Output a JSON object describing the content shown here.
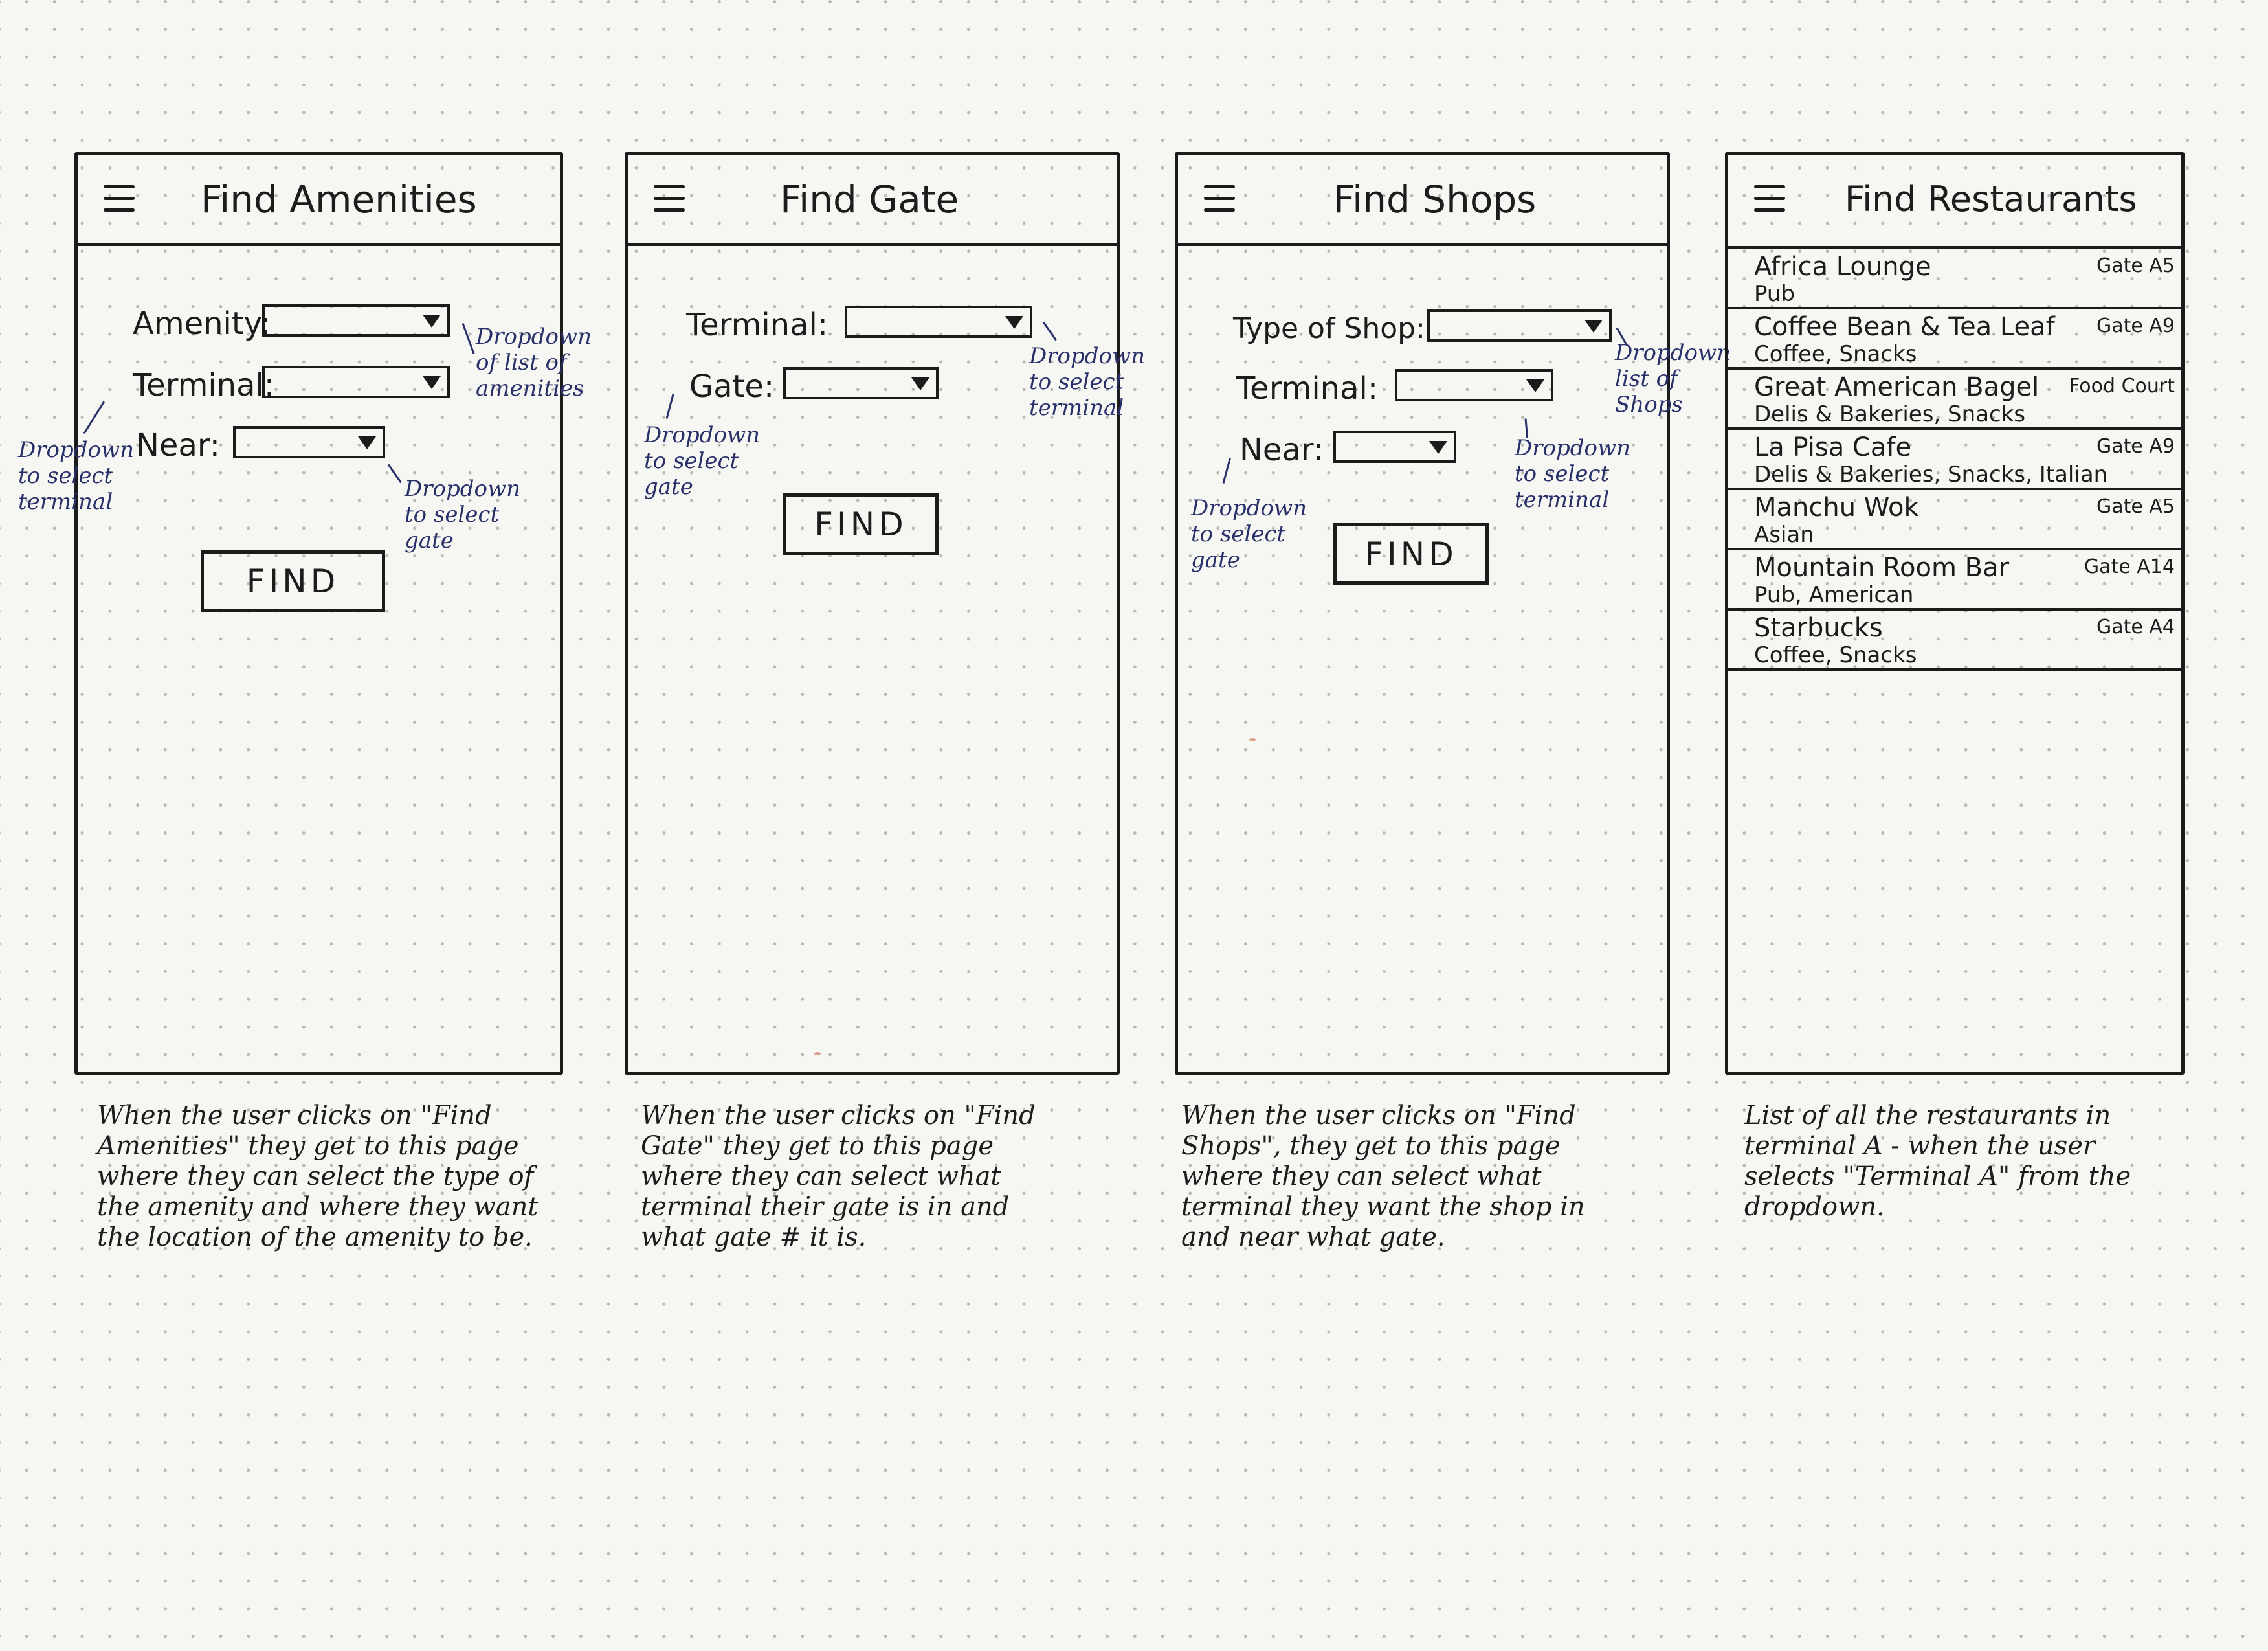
{
  "screens": {
    "amenities": {
      "title": "Find Amenities",
      "amenity_label": "Amenity:",
      "terminal_label": "Terminal:",
      "near_label": "Near:",
      "find_label": "FIND",
      "note_amenity": "Dropdown\nof list of\namenities",
      "note_terminal": "Dropdown\nto select\nterminal",
      "note_gate": "Dropdown\nto select\ngate",
      "caption": "When the user clicks on \"Find Amenities\" they get to this page where they can select the type of the amenity and where they want the location of the amenity to be."
    },
    "gate": {
      "title": "Find Gate",
      "terminal_label": "Terminal:",
      "gate_label": "Gate:",
      "find_label": "FIND",
      "note_terminal": "Dropdown\nto select\nterminal",
      "note_gate": "Dropdown\nto select\ngate",
      "caption": "When the user clicks on \"Find Gate\" they get to this page where they can select what terminal their gate is in and what gate # it is."
    },
    "shops": {
      "title": "Find Shops",
      "type_label": "Type of Shop:",
      "terminal_label": "Terminal:",
      "near_label": "Near:",
      "find_label": "FIND",
      "note_shops": "Dropdown\nlist of\nShops",
      "note_terminal": "Dropdown\nto select\nterminal",
      "note_gate": "Dropdown\nto select\ngate",
      "caption": "When the user clicks on \"Find Shops\", they get to this page where they can select what terminal they want the shop in and near what gate."
    },
    "restaurants": {
      "title": "Find Restaurants",
      "items": [
        {
          "name": "Africa Lounge",
          "category": "Pub",
          "gate": "Gate A5"
        },
        {
          "name": "Coffee Bean & Tea Leaf",
          "category": "Coffee, Snacks",
          "gate": "Gate A9"
        },
        {
          "name": "Great American Bagel",
          "category": "Delis & Bakeries, Snacks",
          "gate": "Food Court"
        },
        {
          "name": "La Pisa Cafe",
          "category": "Delis & Bakeries, Snacks, Italian",
          "gate": "Gate A9"
        },
        {
          "name": "Manchu Wok",
          "category": "Asian",
          "gate": "Gate A5"
        },
        {
          "name": "Mountain Room Bar",
          "category": "Pub, American",
          "gate": "Gate A14"
        },
        {
          "name": "Starbucks",
          "category": "Coffee, Snacks",
          "gate": "Gate A4"
        }
      ],
      "caption": "List of all the restaurants in terminal A - when the user selects \"Terminal A\" from the dropdown."
    }
  },
  "icons": {
    "menu": "menu-icon",
    "dropdown_arrow": "chevron-down-icon"
  },
  "colors": {
    "ink": "#1c1c1c",
    "annotation_ink": "#28306a",
    "paper": "#f6f6f3",
    "dot_grid": "#b8b8b3"
  }
}
